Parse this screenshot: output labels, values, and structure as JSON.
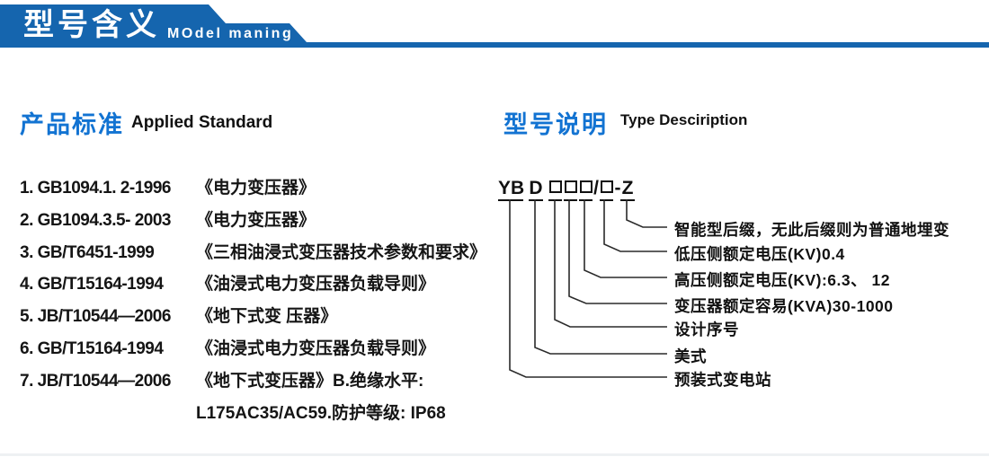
{
  "banner": {
    "title": "型号含义",
    "subtitle": "MOdel maning"
  },
  "colors": {
    "banner_blue": "#1565ae",
    "heading_blue": "#1273d2",
    "text_black": "#151515"
  },
  "left_section": {
    "title": "产品标准",
    "subtitle": "Applied Standard",
    "items": [
      {
        "code": "1. GB1094.1. 2-1996",
        "name": "《电力变压器》"
      },
      {
        "code": "2. GB1094.3.5- 2003",
        "name": "《电力变压器》"
      },
      {
        "code": "3. GB/T6451-1999",
        "name": "《三相油浸式变压器技术参数和要求》"
      },
      {
        "code": "4. GB/T15164-1994",
        "name": "《油浸式电力变压器负载导则》"
      },
      {
        "code": "5. JB/T10544—2006",
        "name": "《地下式变 压器》"
      },
      {
        "code": "6. GB/T15164-1994",
        "name": "《油浸式电力变压器负载导则》"
      },
      {
        "code": "7. JB/T10544—2006",
        "name": "《地下式变压器》B.绝缘水平:"
      },
      {
        "code": "",
        "name": "L175AC35/AC59.防护等级: IP68"
      }
    ]
  },
  "right_section": {
    "title": "型号说明",
    "subtitle": "Type Desciription",
    "model_code": {
      "seg_yb": "YB",
      "seg_d": "D",
      "slash": "/",
      "dash": "-",
      "seg_z": "Z",
      "box_count": 4
    },
    "labels": [
      "智能型后缀，无此后缀则为普通地埋变",
      "低压侧额定电压(KV)0.4",
      "高压侧额定电压(KV):6.3、 12",
      "变压器额定容易(KVA)30-1000",
      "设计序号",
      "美式",
      "预装式变电站"
    ]
  }
}
